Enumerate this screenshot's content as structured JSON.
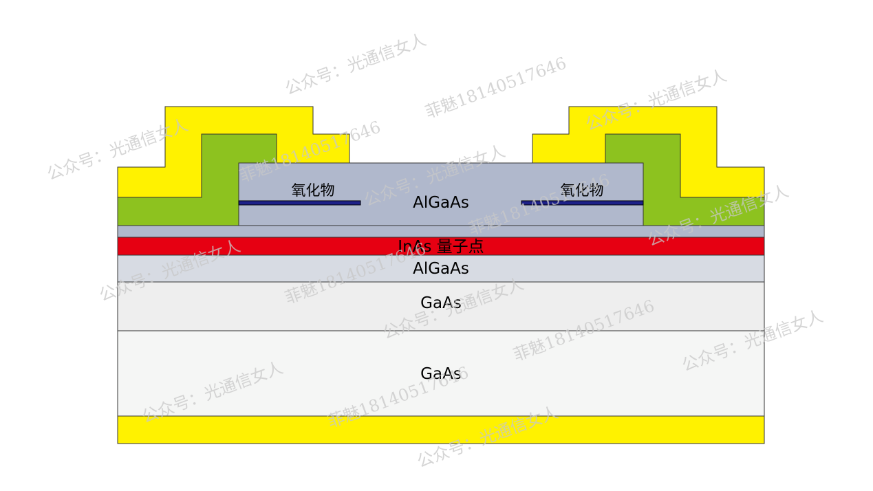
{
  "layers": {
    "upper_algaas": "AlGaAs",
    "quantum_dot": "InAs 量子点",
    "lower_algaas": "AlGaAs",
    "gaas_upper": "GaAs",
    "gaas_substrate": "GaAs"
  },
  "oxide": {
    "left": "氧化物",
    "right": "氧化物"
  },
  "watermarks": {
    "account": "公众号：光通信女人",
    "contact": "菲魅18140517646"
  },
  "colors": {
    "metal_contact": "#fff200",
    "ohmic_contact": "#8dc21f",
    "algaas_upper": "#b0b8cc",
    "quantum_dot": "#e60012",
    "algaas_lower": "#d7dbe3",
    "gaas_upper": "#eeeeee",
    "gaas_substrate": "#f5f6f5",
    "oxide_line": "#1d2088",
    "outline": "#333333"
  }
}
